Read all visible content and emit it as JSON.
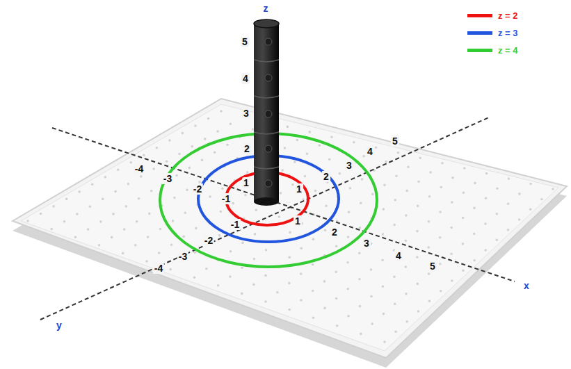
{
  "diagram": {
    "labels": [
      "z",
      "5",
      "4",
      "3",
      "2",
      "1",
      "-4",
      "-3",
      "-2",
      "-1",
      "1",
      "2",
      "3",
      "4",
      "5",
      "x",
      "-1",
      "-2",
      "-3",
      "-4",
      "y",
      "1",
      "2",
      "3",
      "4",
      "5"
    ],
    "legend": [
      {
        "text": "z = 2",
        "color": "#ee1111"
      },
      {
        "text": "z = 3",
        "color": "#2255dd"
      },
      {
        "text": "z = 4",
        "color": "#33cc33"
      }
    ]
  }
}
